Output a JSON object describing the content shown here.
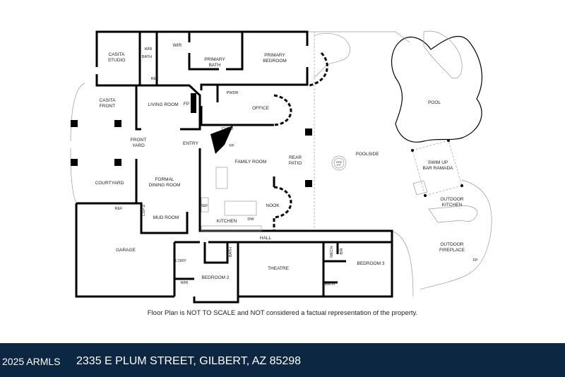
{
  "rooms": {
    "casita_studio": [
      "CASITA",
      "STUDIO"
    ],
    "casita_wir": "WIR",
    "casita_bath": "BATH",
    "casita_ref": "REF",
    "primary_wir": "WIR",
    "primary_bath": [
      "PRIMARY",
      "BATH"
    ],
    "primary_bedroom": [
      "PRIMARY",
      "BEDROOM"
    ],
    "casita_front": [
      "CASITA",
      "FRONT"
    ],
    "living_room": "LIVING ROOM",
    "living_fp": "FP",
    "pwdr": "PWDR",
    "office": "OFFICE",
    "cupd_entry": "CUP'D",
    "family_fp": "FP",
    "front_yard": [
      "FRONT",
      "YARD"
    ],
    "entry": "ENTRY",
    "family_room": "FAMILY ROOM",
    "rear_patio": [
      "REAR",
      "PATIO"
    ],
    "poolside": "POOLSIDE",
    "fire_pit": [
      "FIRE",
      "PIT"
    ],
    "pool": "POOL",
    "swim_up": [
      "SWIM UP",
      "BAR RAMADA"
    ],
    "outdoor_kitchen": [
      "OUTDOOR",
      "KITCHEN"
    ],
    "outdoor_fireplace": [
      "OUTDOOR",
      "FIREPLACE"
    ],
    "outdoor_fp": "FP",
    "courtyard": "COURTYARD",
    "formal_dining": [
      "FORMAL",
      "DINING ROOM"
    ],
    "garage_ref": "REF",
    "mud_cupd": "CUP'D",
    "mud_room": "MUD ROOM",
    "kitchen_ref": "REF",
    "kitchen": "KITCHEN",
    "dw": "DW",
    "nook": "NOOK",
    "hall": "HALL",
    "garage": "GARAGE",
    "laundry": "L'DRY",
    "bath2": "BATH",
    "bedroom2": "BEDROOM 2",
    "wir2": "WIR",
    "theatre": "THEATRE",
    "mech": "MECH.",
    "bir": "BIR",
    "bedroom3": "BEDROOM 3",
    "bath3": "BATH"
  },
  "caption": "Floor Plan is NOT TO SCALE and NOT considered a factual representation of the property.",
  "footer": {
    "copyright": "2025 ARMLS",
    "address": "2335 E PLUM STREET, GILBERT, AZ 85298",
    "background_color": "#0c2741"
  }
}
